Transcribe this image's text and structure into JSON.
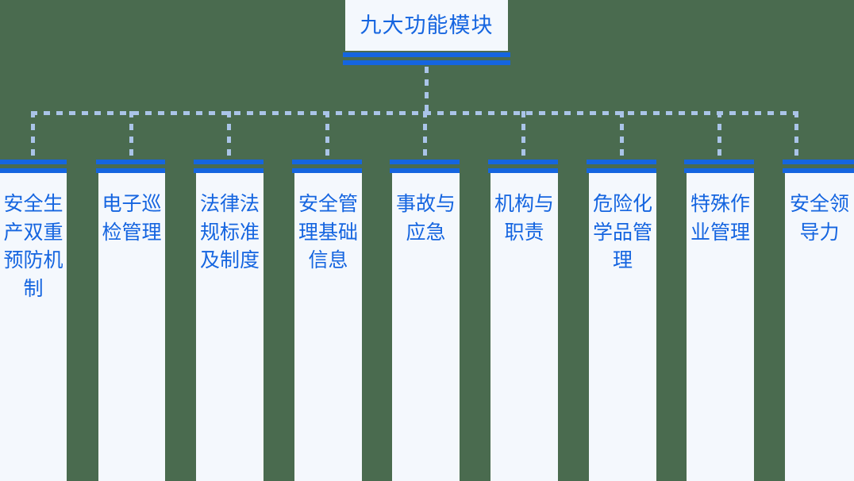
{
  "diagram": {
    "type": "org-tree",
    "orientation": "top-down",
    "background_color": "#4a6b4f",
    "node_fill_color": "#f4f8fd",
    "accent_color": "#1565e0",
    "connector_color": "#aac4e8",
    "root": {
      "label": "九大功能模块"
    },
    "leaves": [
      {
        "id": "leaf-1",
        "label": "安全生产双重预防机制"
      },
      {
        "id": "leaf-2",
        "label": "电子巡检管理"
      },
      {
        "id": "leaf-3",
        "label": "法律法规标准及制度"
      },
      {
        "id": "leaf-4",
        "label": "安全管理基础信息"
      },
      {
        "id": "leaf-5",
        "label": "事故与应急"
      },
      {
        "id": "leaf-6",
        "label": "机构与职责"
      },
      {
        "id": "leaf-7",
        "label": "危险化学品管理"
      },
      {
        "id": "leaf-8",
        "label": "特殊作业管理"
      },
      {
        "id": "leaf-9",
        "label": "安全领导力"
      }
    ]
  }
}
